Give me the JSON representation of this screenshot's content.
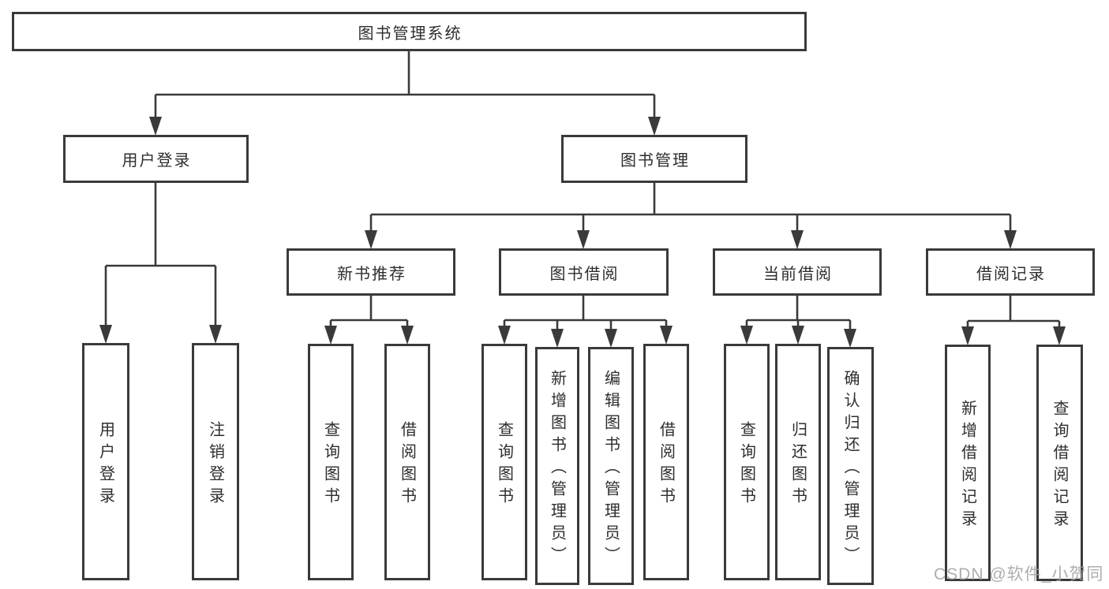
{
  "tree": {
    "label": "图书管理系统",
    "children": [
      {
        "label": "用户登录",
        "children": [
          {
            "label": "用户登录"
          },
          {
            "label": "注销登录"
          }
        ]
      },
      {
        "label": "图书管理",
        "children": [
          {
            "label": "新书推荐",
            "children": [
              {
                "label": "查询图书"
              },
              {
                "label": "借阅图书"
              }
            ]
          },
          {
            "label": "图书借阅",
            "children": [
              {
                "label": "查询图书"
              },
              {
                "label": "新增图书（管理员）"
              },
              {
                "label": "编辑图书（管理员）"
              },
              {
                "label": "借阅图书"
              }
            ]
          },
          {
            "label": "当前借阅",
            "children": [
              {
                "label": "查询图书"
              },
              {
                "label": "归还图书"
              },
              {
                "label": "确认归还（管理员）"
              }
            ]
          },
          {
            "label": "借阅记录",
            "children": [
              {
                "label": "新增借阅记录"
              },
              {
                "label": "查询借阅记录"
              }
            ]
          }
        ]
      }
    ]
  },
  "watermark": "CSDN @软件_小贺同学",
  "colors": {
    "line": "#3a3a3a",
    "text": "#2e2e2e",
    "watermark": "#a0a0a0",
    "background": "#ffffff"
  }
}
